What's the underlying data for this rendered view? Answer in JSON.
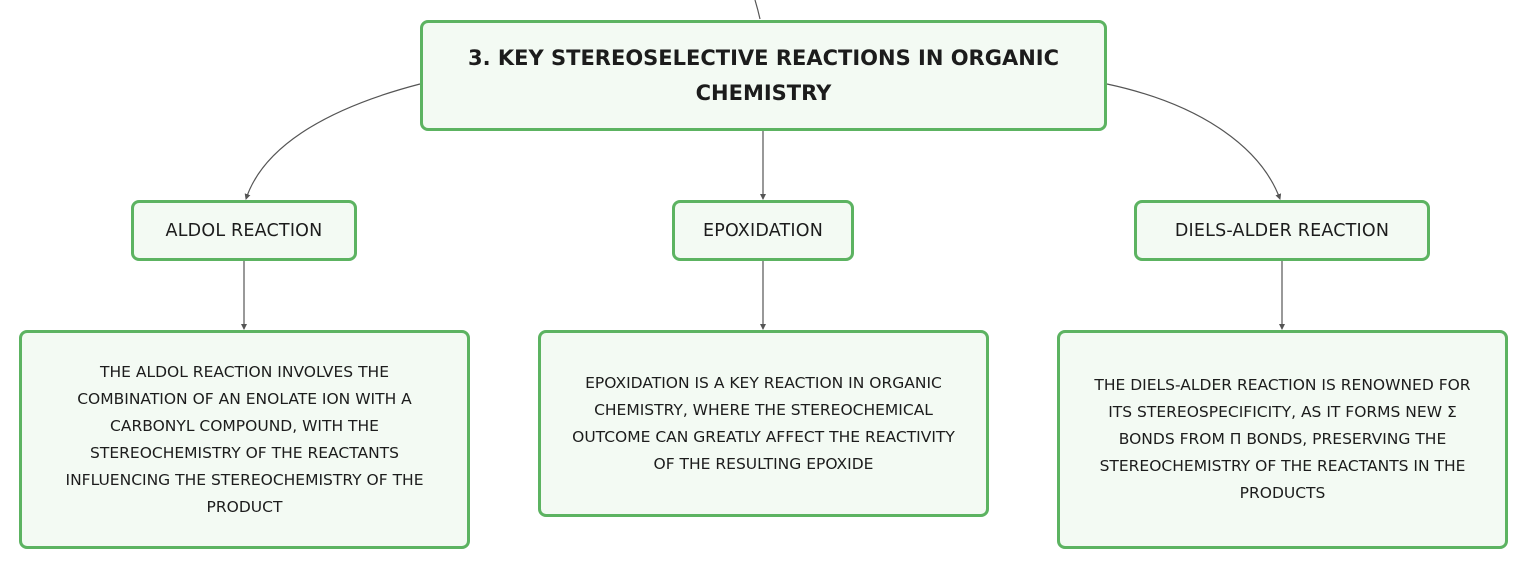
{
  "diagram": {
    "root": {
      "label": "3. KEY STEREOSELECTIVE REACTIONS IN ORGANIC CHEMISTRY"
    },
    "branches": [
      {
        "label": "ALDOL REACTION",
        "description": "THE ALDOL REACTION INVOLVES THE COMBINATION OF AN ENOLATE ION WITH A CARBONYL COMPOUND, WITH THE STEREOCHEMISTRY OF THE REACTANTS INFLUENCING THE STEREOCHEMISTRY OF THE PRODUCT"
      },
      {
        "label": "EPOXIDATION",
        "description": "EPOXIDATION IS A KEY REACTION IN ORGANIC CHEMISTRY, WHERE THE STEREOCHEMICAL OUTCOME CAN GREATLY AFFECT THE REACTIVITY OF THE RESULTING EPOXIDE"
      },
      {
        "label": "DIELS-ALDER REACTION",
        "description": "THE DIELS-ALDER REACTION IS RENOWNED FOR ITS STEREOSPECIFICITY, AS IT FORMS NEW Σ BONDS FROM Π BONDS, PRESERVING THE STEREOCHEMISTRY OF THE REACTANTS IN THE PRODUCTS"
      }
    ]
  },
  "colors": {
    "node_border": "#5cb361",
    "node_fill": "#f3faf3",
    "connector": "#555555",
    "text": "#1c1c1c"
  }
}
